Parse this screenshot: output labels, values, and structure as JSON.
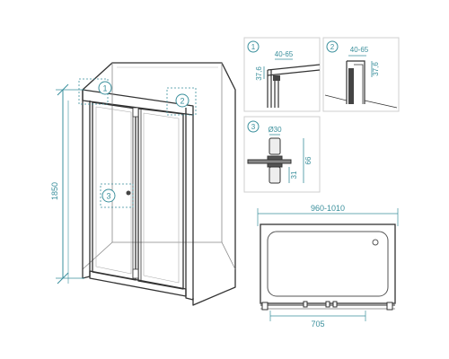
{
  "colors": {
    "accent": "#3a8f9c",
    "outline": "#333333",
    "light_fill": "#eeeeee",
    "detail_box": "#cfcfcf"
  },
  "main_view": {
    "height_label": "1850",
    "callouts": [
      "1",
      "2",
      "3"
    ]
  },
  "detail_1": {
    "number": "1",
    "dim_depth": "37,6",
    "dim_range": "40-65"
  },
  "detail_2": {
    "number": "2",
    "dim_range": "40-65",
    "dim_depth": "37,6"
  },
  "detail_3": {
    "number": "3",
    "dim_diameter": "Ø30",
    "dim_height": "31",
    "dim_total": "66"
  },
  "plan_view": {
    "width_label": "960-1010",
    "opening_label": "705"
  }
}
